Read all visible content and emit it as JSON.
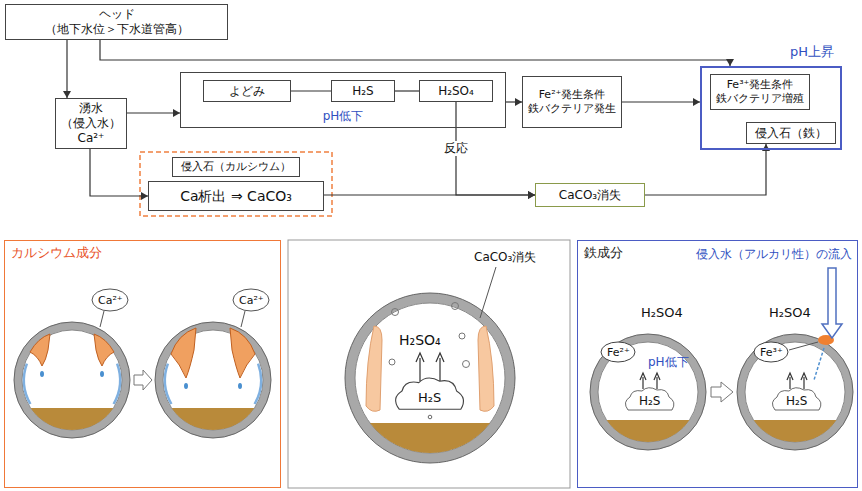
{
  "diagram": {
    "nodes": [
      {
        "text": [
          "ヘッド",
          "（地下水位＞下水道管高）"
        ]
      },
      {
        "text": [
          "湧水",
          "（侵入水）",
          "Ca²⁺"
        ]
      },
      {
        "text": [
          "pH低下"
        ]
      },
      {
        "text": [
          "よどみ"
        ],
        "in": 2
      },
      {
        "text": [
          "H₂S"
        ],
        "in": 2
      },
      {
        "text": [
          "H₂SO₄"
        ],
        "in": 2
      },
      {
        "text": [
          "Fe²⁺発生条件",
          "鉄バクテリア発生"
        ]
      },
      {
        "text": [
          "pH上昇"
        ]
      },
      {
        "text": [
          "Fe³⁺発生条件",
          "鉄バクテリア増殖"
        ],
        "in": 7
      },
      {
        "text": [
          "侵入石（鉄）"
        ],
        "in": 7
      },
      {
        "text": [
          "侵入石（カルシウム）"
        ]
      },
      {
        "text": [
          "Ca析出 ⇒ CaCO₃"
        ]
      },
      {
        "text": [
          "CaCO₃消失"
        ]
      },
      {
        "text": [
          "カルシウム成分"
        ]
      },
      {
        "text": [
          "鉄成分"
        ]
      }
    ],
    "edges": [
      {
        "from": 0,
        "to": 1,
        "arrow": "to"
      },
      {
        "from": 0,
        "to": 7,
        "arrow": "to"
      },
      {
        "from": 1,
        "to": 2,
        "arrow": "to"
      },
      {
        "from": 1,
        "to": 11,
        "arrow": "to"
      },
      {
        "from": 3,
        "to": 4,
        "arrow": "none"
      },
      {
        "from": 4,
        "to": 5,
        "arrow": "none"
      },
      {
        "from": 2,
        "to": 6,
        "arrow": "to"
      },
      {
        "from": 6,
        "to": 7,
        "arrow": "to"
      },
      {
        "from": 11,
        "to": 12,
        "arrow": "to"
      },
      {
        "from": 5,
        "to": 12,
        "label": "反応",
        "arrow": "to"
      },
      {
        "from": 12,
        "to": 9,
        "arrow": "to"
      }
    ],
    "labels": [
      "Ca²⁺",
      "Ca²⁺",
      "CaCO₃消失",
      "H₂SO₄",
      "H₂S",
      "H₂SO4",
      "Fe²⁺",
      "pH低下",
      "H₂S",
      "侵入水（アルカリ性）の流入",
      "H₂SO4",
      "Fe³⁺",
      "H₂S"
    ]
  }
}
